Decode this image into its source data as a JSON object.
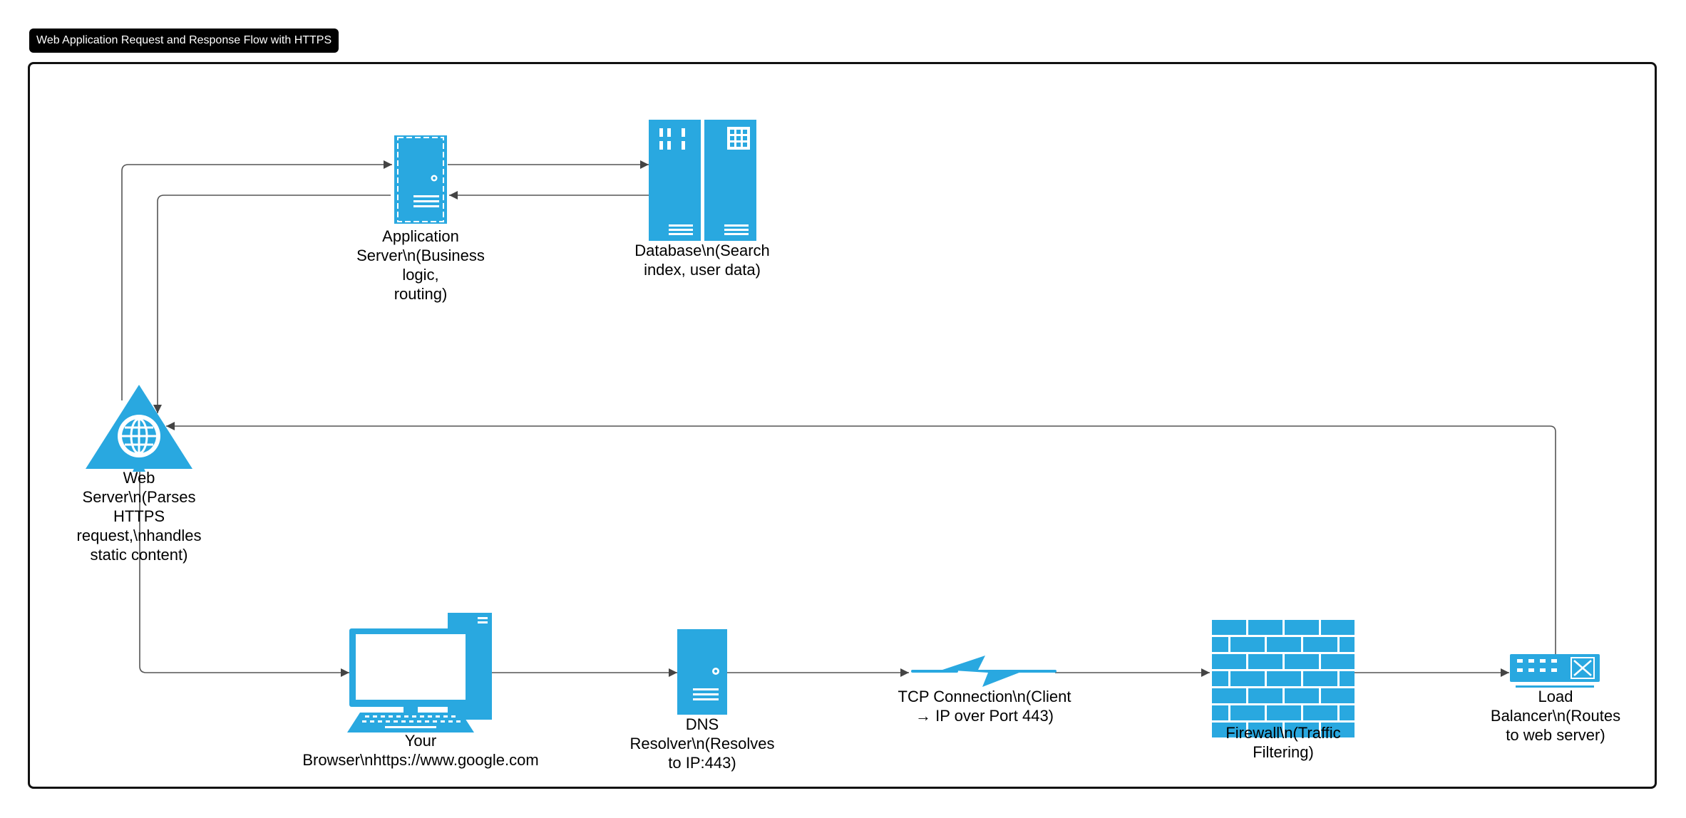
{
  "diagram": {
    "title": "Web Application Request and Response Flow with HTTPS",
    "accent_color": "#29A8E0",
    "edge_color": "#555555",
    "nodes": {
      "browser": {
        "icon": "desktop-computer-icon",
        "label": "Your\nBrowser\\nhttps://www.google.com"
      },
      "dns": {
        "icon": "server-tower-icon",
        "label": "DNS\nResolver\\n(Resolves\nto IP:443)"
      },
      "tcp": {
        "icon": "lightning-link-icon",
        "label": "TCP Connection\\n(Client\n→ IP over Port 443)"
      },
      "firewall": {
        "icon": "brick-firewall-icon",
        "label": "Firewall\\n(Traffic\nFiltering)"
      },
      "lb": {
        "icon": "network-switch-icon",
        "label": "Load\nBalancer\\n(Routes\nto web server)"
      },
      "web": {
        "icon": "web-server-globe-icon",
        "label": "Web\nServer\\n(Parses\nHTTPS\nrequest,\\nhandles\nstatic content)"
      },
      "app": {
        "icon": "application-server-icon",
        "label": "Application\nServer\\n(Business\nlogic,\nrouting)"
      },
      "db": {
        "icon": "database-rack-icon",
        "label": "Database\\n(Search\nindex, user data)"
      }
    },
    "edges": [
      {
        "from": "browser",
        "to": "dns"
      },
      {
        "from": "dns",
        "to": "tcp"
      },
      {
        "from": "tcp",
        "to": "firewall"
      },
      {
        "from": "firewall",
        "to": "lb"
      },
      {
        "from": "lb",
        "to": "web"
      },
      {
        "from": "web",
        "to": "app"
      },
      {
        "from": "app",
        "to": "db"
      },
      {
        "from": "db",
        "to": "app"
      },
      {
        "from": "app",
        "to": "web"
      },
      {
        "from": "web",
        "to": "browser"
      }
    ]
  }
}
